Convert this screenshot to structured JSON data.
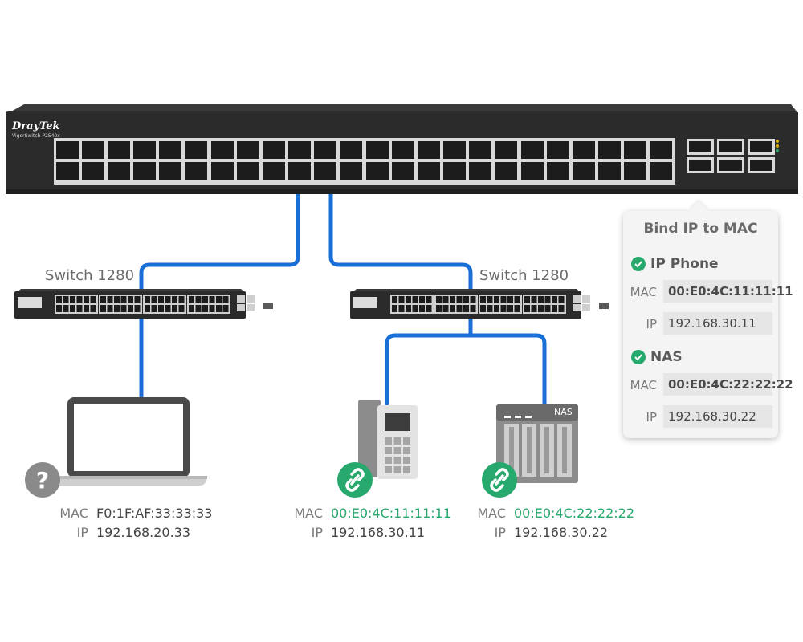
{
  "colors": {
    "cable": "#1a6fd6",
    "green": "#27a86d",
    "gray_icon": "#888888",
    "chassis": "#2b2b2b"
  },
  "main_switch": {
    "brand": "DrayTek",
    "model": "VigorSwitch P2540x"
  },
  "switches": [
    {
      "label": "Switch 1280"
    },
    {
      "label": "Switch 1280"
    }
  ],
  "devices": [
    {
      "type": "laptop",
      "status_icon": "question-icon",
      "mac_label": "MAC",
      "mac": "F0:1F:AF:33:33:33",
      "ip_label": "IP",
      "ip": "192.168.20.33",
      "mac_color": "gray"
    },
    {
      "type": "ip-phone",
      "status_icon": "link-icon",
      "mac_label": "MAC",
      "mac": "00:E0:4C:11:11:11",
      "ip_label": "IP",
      "ip": "192.168.30.11",
      "mac_color": "green"
    },
    {
      "type": "nas",
      "status_icon": "link-icon",
      "device_label": "NAS",
      "mac_label": "MAC",
      "mac": "00:E0:4C:22:22:22",
      "ip_label": "IP",
      "ip": "192.168.30.22",
      "mac_color": "green"
    }
  ],
  "bind_panel": {
    "title": "Bind IP to MAC",
    "entries": [
      {
        "name": "IP Phone",
        "mac_label": "MAC",
        "mac": "00:E0:4C:11:11:11",
        "ip_label": "IP",
        "ip": "192.168.30.11"
      },
      {
        "name": "NAS",
        "mac_label": "MAC",
        "mac": "00:E0:4C:22:22:22",
        "ip_label": "IP",
        "ip": "192.168.30.22"
      }
    ]
  }
}
